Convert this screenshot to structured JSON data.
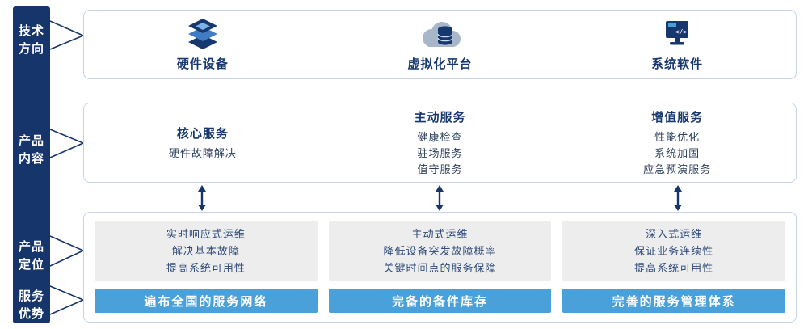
{
  "palette": {
    "navy": "#17386e",
    "accent_blue": "#4aa0d8",
    "panel_gray": "#ededed",
    "box_border": "#c6d3e6"
  },
  "sidebar": {
    "groups": [
      {
        "line1": "技术",
        "line2": "方向"
      },
      {
        "line1": "产品",
        "line2": "内容"
      },
      {
        "line1": "产品",
        "line2": "定位"
      },
      {
        "line1": "服务",
        "line2": "优势"
      }
    ]
  },
  "tech_row": {
    "items": [
      {
        "icon": "server-stack-icon",
        "label": "硬件设备"
      },
      {
        "icon": "cloud-platform-icon",
        "label": "虚拟化平台"
      },
      {
        "icon": "system-software-icon",
        "label": "系统软件"
      }
    ]
  },
  "content_row": {
    "columns": [
      {
        "title": "核心服务",
        "items": [
          "硬件故障解决"
        ]
      },
      {
        "title": "主动服务",
        "items": [
          "健康检查",
          "驻场服务",
          "值守服务"
        ]
      },
      {
        "title": "增值服务",
        "items": [
          "性能优化",
          "系统加固",
          "应急预演服务"
        ]
      }
    ]
  },
  "position_row": {
    "columns": [
      {
        "points": [
          "实时响应式运维",
          "解决基本故障",
          "提高系统可用性"
        ],
        "banner": "遍布全国的服务网络"
      },
      {
        "points": [
          "主动式运维",
          "降低设备突发故障概率",
          "关键时间点的服务保障"
        ],
        "banner": "完备的备件库存"
      },
      {
        "points": [
          "深入式运维",
          "保证业务连续性",
          "提高系统可用性"
        ],
        "banner": "完善的服务管理体系"
      }
    ]
  }
}
